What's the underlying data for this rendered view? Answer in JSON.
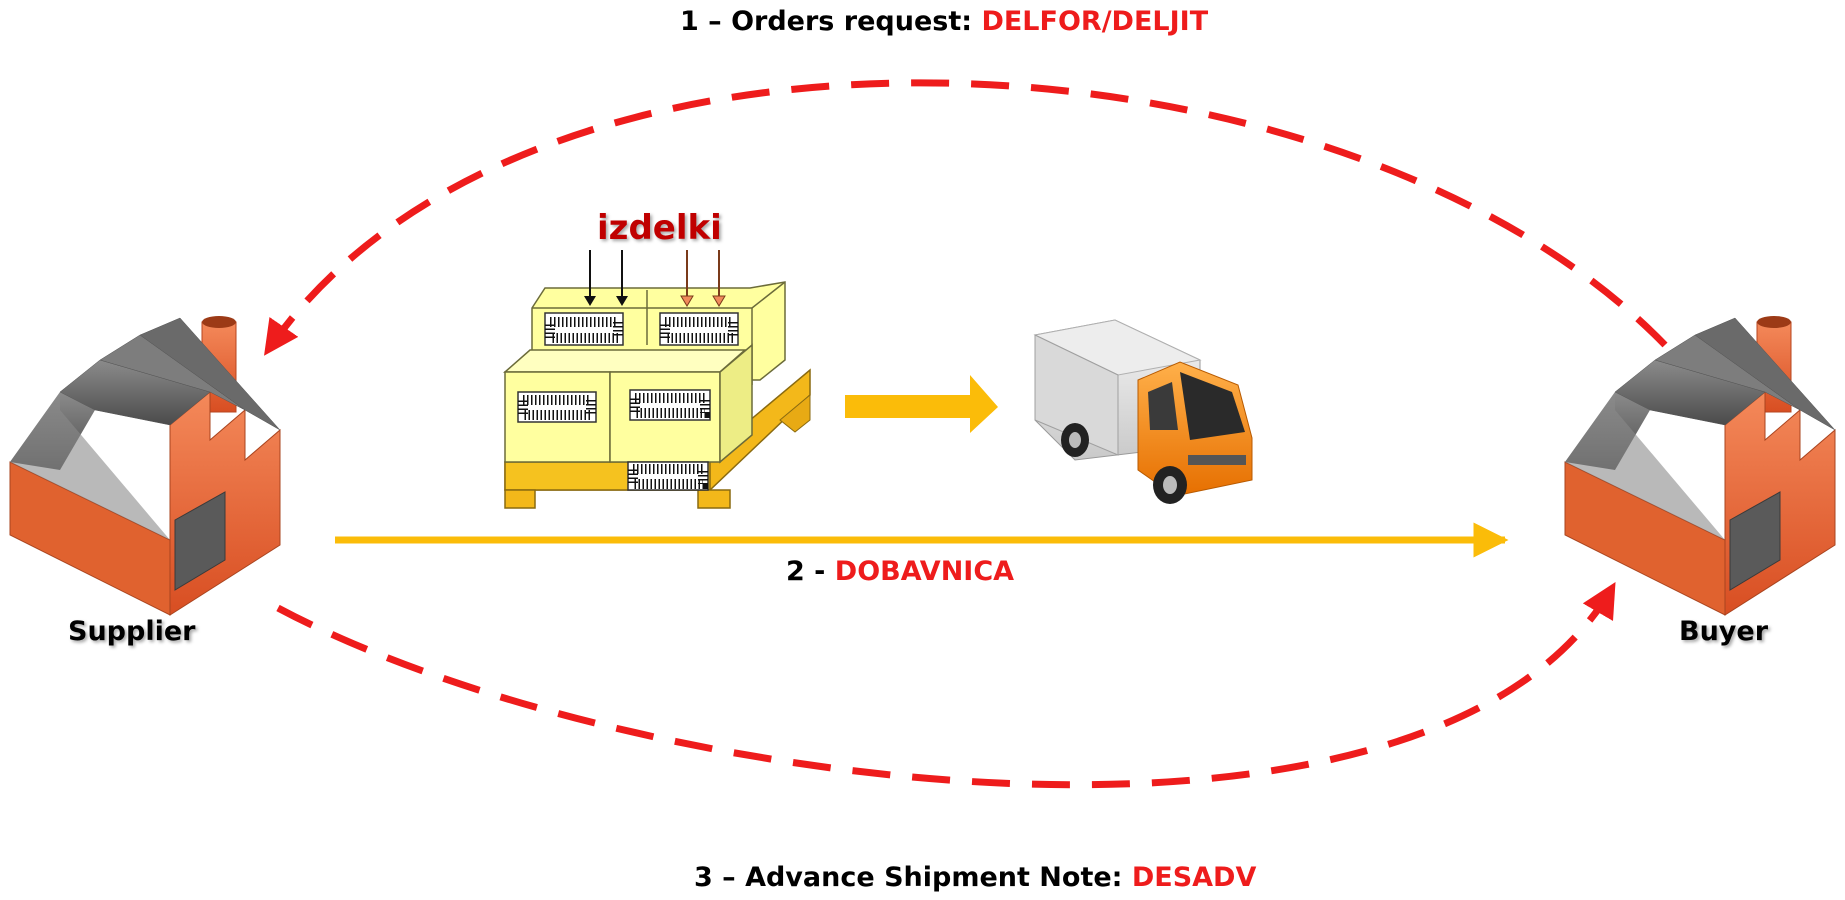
{
  "flows": {
    "step1": {
      "prefix": "1 – Orders request: ",
      "doc": "DELFOR/DELJIT"
    },
    "step2": {
      "prefix": "2 - ",
      "doc": "DOBAVNICA"
    },
    "step3": {
      "prefix": "3 – Advance Shipment Note: ",
      "doc": "DESADV"
    }
  },
  "nodes": {
    "supplier": "Supplier",
    "buyer": "Buyer"
  },
  "goods_label": "izdelki",
  "colors": {
    "dashed_arrow": "#ee1c1c",
    "shipment_arrow": "#fbbc09",
    "doc_highlight": "#ee1c1c",
    "goods_label": "#c00000",
    "box_fill": "#ffff9f",
    "pallet": "#f3b81a",
    "factory_wall": "#e8663a",
    "factory_roof": "#6d6d6d",
    "truck_cab": "#f79120"
  },
  "icons": [
    "factory-icon",
    "pallet-boxes-icon",
    "truck-icon",
    "barcode-icon"
  ]
}
